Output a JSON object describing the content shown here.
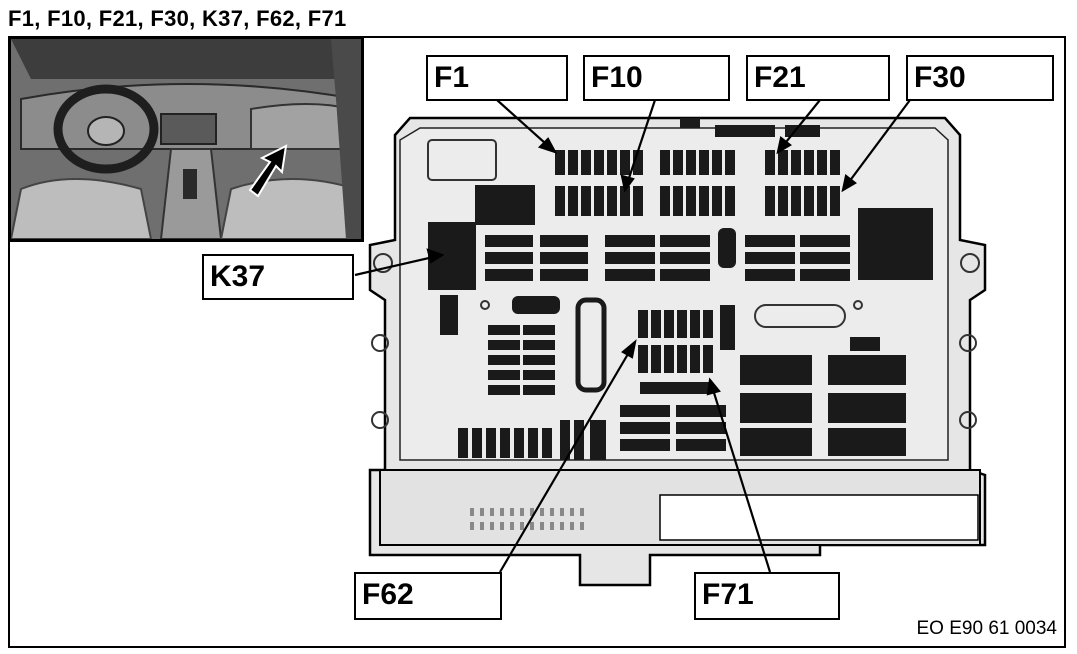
{
  "title": "F1, F10, F21, F30, K37, F62, F71",
  "labels": {
    "f1": "F1",
    "f10": "F10",
    "f21": "F21",
    "f30": "F30",
    "k37": "K37",
    "f62": "F62",
    "f71": "F71"
  },
  "doc_code": "EO E90 61 0034",
  "icons": {
    "locator_arrow": "arrow-icon"
  },
  "colors": {
    "housing": "#e6e6e6",
    "outline": "#000000",
    "fuse": "#1a1a1a",
    "inset_bg": "#6b6b6b"
  }
}
